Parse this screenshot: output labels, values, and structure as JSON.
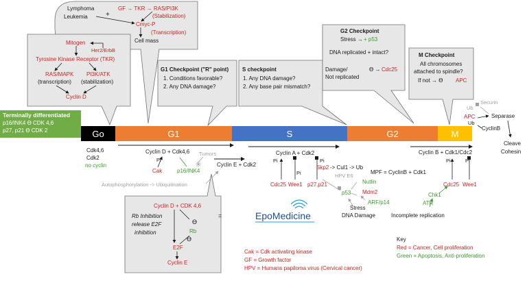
{
  "phases": {
    "go": {
      "label": "Go",
      "color": "#000000"
    },
    "g1": {
      "label": "G1",
      "color": "#ed7d31"
    },
    "s": {
      "label": "S",
      "color": "#4472c4"
    },
    "g2": {
      "label": "G2",
      "color": "#ed7d31"
    },
    "m": {
      "label": "M",
      "color": "#ffc000"
    }
  },
  "terminal": {
    "line1": "Terminally differentiated",
    "line2": "p16/INK4 ϴ CDK 4,6",
    "line3": "p27, p21 ϴ CDK 2",
    "color": "#70ad47"
  },
  "callout_top": {
    "lymphoma": "Lymphoma",
    "leukemia": "Leukemia",
    "plus": "+",
    "gf_tkr": "GF → TKR → RAS/PI3K",
    "stabilization": "(Stabilization)",
    "cmyc": "Cmyc-P",
    "transcription": "(Transcription)",
    "cellmass": "Cell mass"
  },
  "callout_mitogen": {
    "mitogen": "Mitogen",
    "her2": "Her2/ErbB",
    "tkr": "Tyrosine Kinase Receptor (TKR)",
    "rasmapk": "RAS/MAPK",
    "pi3k": "PI3K/ATK",
    "transcription": "(transcription)",
    "stabilization": "(stabilization)",
    "cyclind": "Cyclin D"
  },
  "g1_checkpoint": {
    "title": "G1 Checkpoint (\"R\" point)",
    "item1": "1.  Conditions favorable?",
    "item2": "2.  Any DNA damage?"
  },
  "s_checkpoint": {
    "title": "S checkpoint",
    "item1": "1.  Any DNA damage?",
    "item2": "2.  Any base pair mismatch?"
  },
  "g2_checkpoint": {
    "title": "G2 Checkpoint",
    "stress": "Stress →",
    "p53": "+ p53",
    "replicated": "DNA replicated + intact?",
    "damage": "Damage/",
    "notreplicated": "Not replicated",
    "arrow": "ϴ →",
    "cdc25": "Cdc25"
  },
  "m_checkpoint": {
    "title": "M Checkpoint",
    "line1": "All chromosomes",
    "line2": "attached to spindle?",
    "ifnot": "If not → ϴ",
    "apc": "APC"
  },
  "below": {
    "cdk46": "Cdk4,6",
    "cdk2": "Cdk2",
    "nocyclin": "no cyclin",
    "cyclind_cdk46": "Cyclin D + Cdk4,6",
    "tumors": "Tumors",
    "pi": "Pi",
    "cak": "Cak",
    "p16": "p16/INK4",
    "cycline_cdk2": "Cyclin E + Cdk2",
    "autophos": "Autophosphorylation -> Ubiquitination",
    "cyclina_cdk2": "Cyclin A + Cdk2",
    "pi2": "Pi",
    "pi3": "Pi",
    "pi4": "Pi",
    "skp2": "Skp2",
    "cul1": "-> Cul1 -> Ub",
    "hpve6": "HPV E6",
    "cdc25": "Cdc25",
    "wee1": "Wee1",
    "p27p21": "p27,p21",
    "nutlin": "Nutlin",
    "p53": "p53",
    "mdm2": "Mdm2",
    "arf": "ARF/p14",
    "stress": "Stress",
    "dnadamage": "DNA Damage",
    "cyclinb_cdk1": "Cyclin B + Cdk1/Cdc2",
    "mpf": "MPF = CyclinB + Cdk1",
    "pi5": "Pi",
    "pi6": "Pi",
    "cdc25b": "Cdc25",
    "wee1b": "Wee1",
    "chk1": "Chk1",
    "atr": "ATR",
    "incomplete": "Incomplete replication",
    "securin": "Securin",
    "ub1": "Ub",
    "apc": "APC",
    "ub2": "Ub",
    "cyclinb": "CyclinB",
    "separase": "Separase",
    "cleave": "Cleave",
    "cohesin": "Cohesin"
  },
  "rb_box": {
    "cyclind_cdk": "Cyclin D + CDK 4,6",
    "rb_inhibition": "Rb Inhibition",
    "release": "release E2F",
    "inhibition": "inhibition",
    "theta1": "ϴ",
    "rb": "Rb",
    "theta2": "ϴ",
    "e2f": "E2F",
    "cycline": "Cyclin E",
    "equals": "="
  },
  "logo": {
    "text": "EpoMedicine"
  },
  "legend_left": {
    "cak": "Cak = Cdk activating kinase",
    "gf": "GF = Growth factor",
    "hpv": "HPV = Humans papiloma virus (Cervical cancer)"
  },
  "key": {
    "title": "Key",
    "red": "Red = Cancer, Cell proliferation",
    "green": "Green = Apoptosis, Anti-proliferation"
  },
  "colors": {
    "red": "#d41f1f",
    "green": "#3a9a2a",
    "gray": "#a0a0a0",
    "callout": "#e7e7e7"
  }
}
